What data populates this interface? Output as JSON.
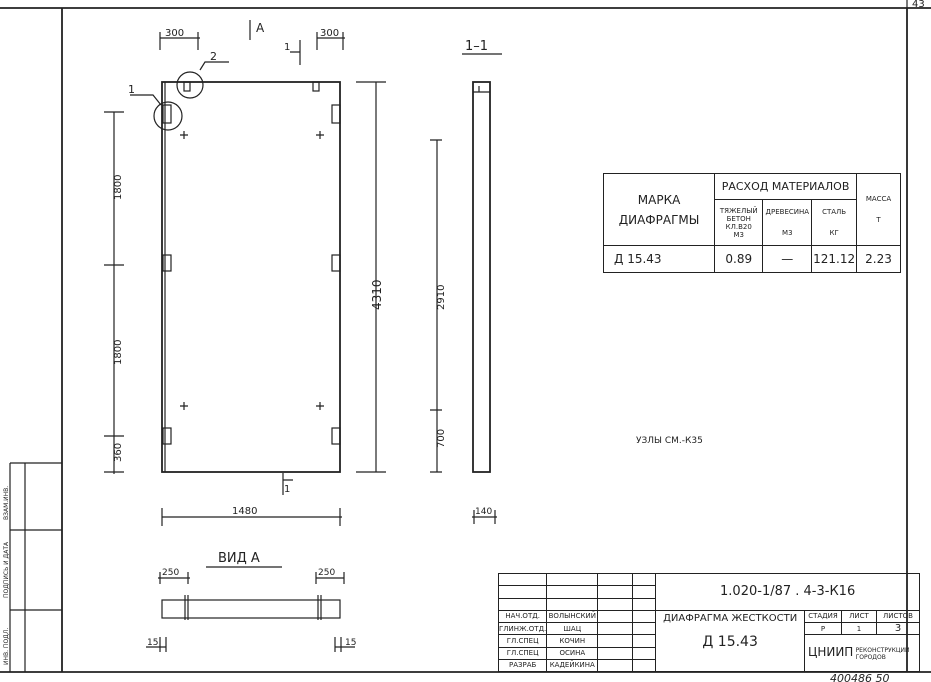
{
  "sheet": {
    "page_number": "43",
    "archive_number": "400486 50"
  },
  "side_stamp": [
    "ИНВ. ПОДЛ.",
    "ПОДПИСЬ И ДАТА",
    "ВЗАМ.ИНВ."
  ],
  "drawing": {
    "dims": {
      "top_left": "300",
      "top_right": "300",
      "view_arrow": "А",
      "section_mark_top": "1",
      "section_mark_bottom": "1",
      "callout_1": "1",
      "callout_2": "2",
      "v1": "1800",
      "v2": "1800",
      "v3": "360",
      "height": "4310",
      "width": "1480",
      "sec_h1": "2910",
      "sec_h2": "700",
      "sec_w": "140",
      "view_a_left": "250",
      "view_a_right": "250",
      "view_a_15_left": "15",
      "view_a_15_right": "15"
    },
    "section_title": "1–1",
    "view_title": "ВИД А",
    "nodes_note": "УЗЛЫ СМ.-К35"
  },
  "materials": {
    "col_mark": "МАРКА ДИАФРАГМЫ",
    "col_group": "РАСХОД МАТЕРИАЛОВ",
    "col_concrete": "ТЯЖЕЛЫЙ БЕТОН КЛ.В20",
    "col_concrete_unit": "М3",
    "col_wood": "ДРЕВЕСИНА",
    "col_wood_unit": "М3",
    "col_steel": "СТАЛЬ",
    "col_steel_unit": "КГ",
    "col_mass": "МАССА",
    "col_mass_unit": "Т",
    "row": {
      "mark": "Д 15.43",
      "concrete": "0.89",
      "wood": "—",
      "steel": "121.12",
      "mass": "2.23"
    }
  },
  "title_block": {
    "code": "1.020-1/87 . 4-3-К16",
    "name": "ДИАФРАГМА ЖЕСТКОСТИ",
    "mark": "Д 15.43",
    "stage_label": "СТАДИЯ",
    "sheet_label": "ЛИСТ",
    "sheets_label": "ЛИСТОВ",
    "stage": "Р",
    "sheet": "1",
    "sheets": "3",
    "org": "ЦНИИП",
    "org_sub": "РЕКОНСТРУКЦИИ ГОРОДОВ",
    "people": [
      {
        "role": "НАЧ.ОТД.",
        "name": "ВОЛЫНСКИЙ"
      },
      {
        "role": "ГЛИНЖ.ОТД.",
        "name": "ШАЦ"
      },
      {
        "role": "ГЛ.СПЕЦ",
        "name": "КОЧИН"
      },
      {
        "role": "ГЛ.СПЕЦ",
        "name": "ОСИНА"
      },
      {
        "role": "РАЗРАБ",
        "name": "КАДЕЙКИНА"
      }
    ]
  }
}
